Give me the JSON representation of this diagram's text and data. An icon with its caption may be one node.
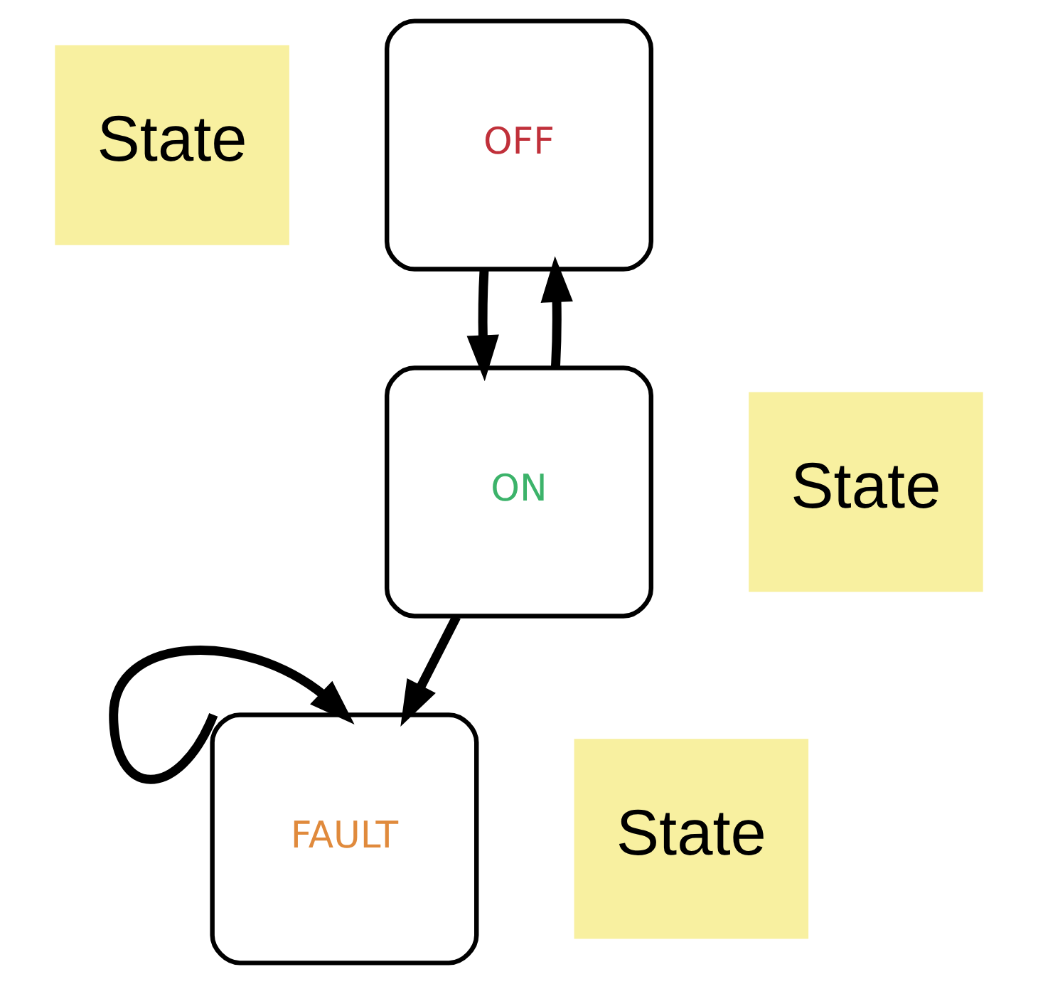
{
  "diagram": {
    "nodes": [
      {
        "text": [
          "State"
        ]
      },
      {
        "text": [
          "OFF"
        ]
      },
      {
        "text": [
          "FAULT"
        ]
      },
      {
        "text": [
          "State"
        ]
      },
      {
        "text": [
          "ON"
        ]
      },
      {
        "text": [
          "State"
        ]
      }
    ],
    "edges": [
      {
        "from": 1,
        "to": 4,
        "arrow": "to"
      },
      {
        "from": 4,
        "to": 1,
        "arrow": "to"
      },
      {
        "from": 4,
        "to": 2,
        "arrow": "to"
      },
      {
        "from": 2,
        "to": 2,
        "arrow": "to"
      }
    ]
  }
}
